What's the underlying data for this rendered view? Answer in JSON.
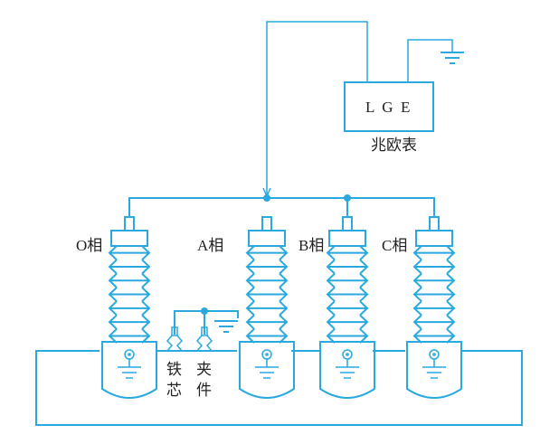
{
  "meter": {
    "terminals": "L  G  E",
    "label": "兆欧表"
  },
  "phases": [
    "O相",
    "A相",
    "B相",
    "C相"
  ],
  "core_label": [
    "铁",
    "芯"
  ],
  "clamp_label": [
    "夹",
    "件"
  ],
  "colors": {
    "line": "#2aa9df",
    "text": "#222222"
  }
}
